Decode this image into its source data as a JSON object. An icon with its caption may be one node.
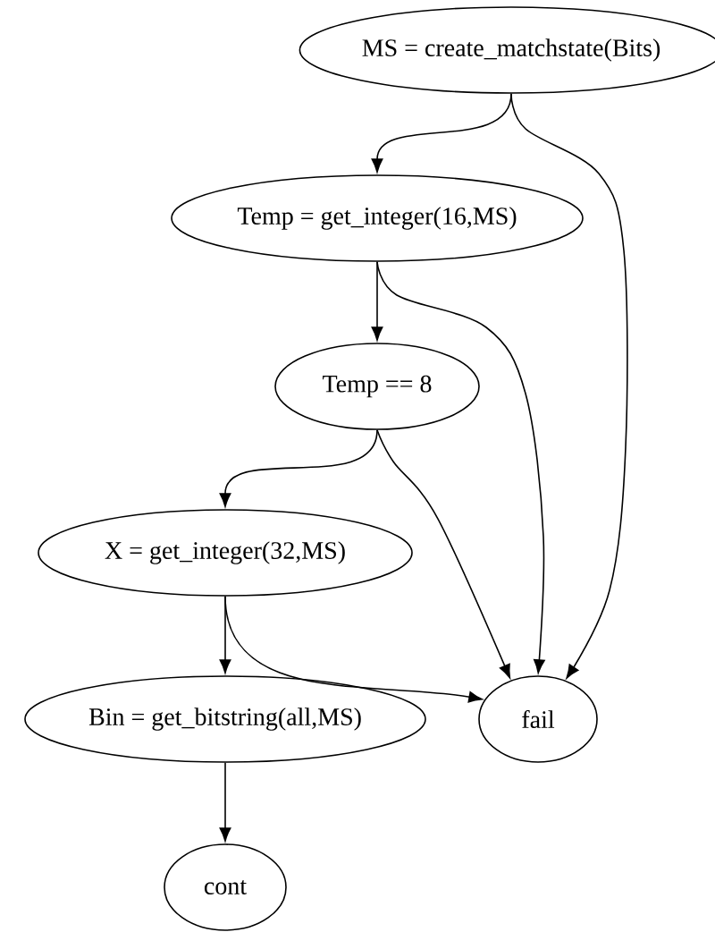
{
  "diagram": {
    "nodes": [
      {
        "text": [
          "MS = create_matchstate(Bits)"
        ]
      },
      {
        "text": [
          "Temp = get_integer(16,MS)"
        ]
      },
      {
        "text": [
          "Temp == 8"
        ]
      },
      {
        "text": [
          "X = get_integer(32,MS)"
        ]
      },
      {
        "text": [
          "Bin = get_bitstring(all,MS)"
        ]
      },
      {
        "text": [
          "fail"
        ]
      },
      {
        "text": [
          "cont"
        ]
      }
    ],
    "edges": [
      {
        "from": 0,
        "to": 1,
        "arrow": "to"
      },
      {
        "from": 0,
        "to": 5,
        "arrow": "to"
      },
      {
        "from": 1,
        "to": 2,
        "arrow": "to"
      },
      {
        "from": 1,
        "to": 5,
        "arrow": "to"
      },
      {
        "from": 2,
        "to": 3,
        "arrow": "to"
      },
      {
        "from": 2,
        "to": 5,
        "arrow": "to"
      },
      {
        "from": 3,
        "to": 4,
        "arrow": "to"
      },
      {
        "from": 3,
        "to": 5,
        "arrow": "to"
      },
      {
        "from": 4,
        "to": 6,
        "arrow": "to"
      }
    ]
  }
}
